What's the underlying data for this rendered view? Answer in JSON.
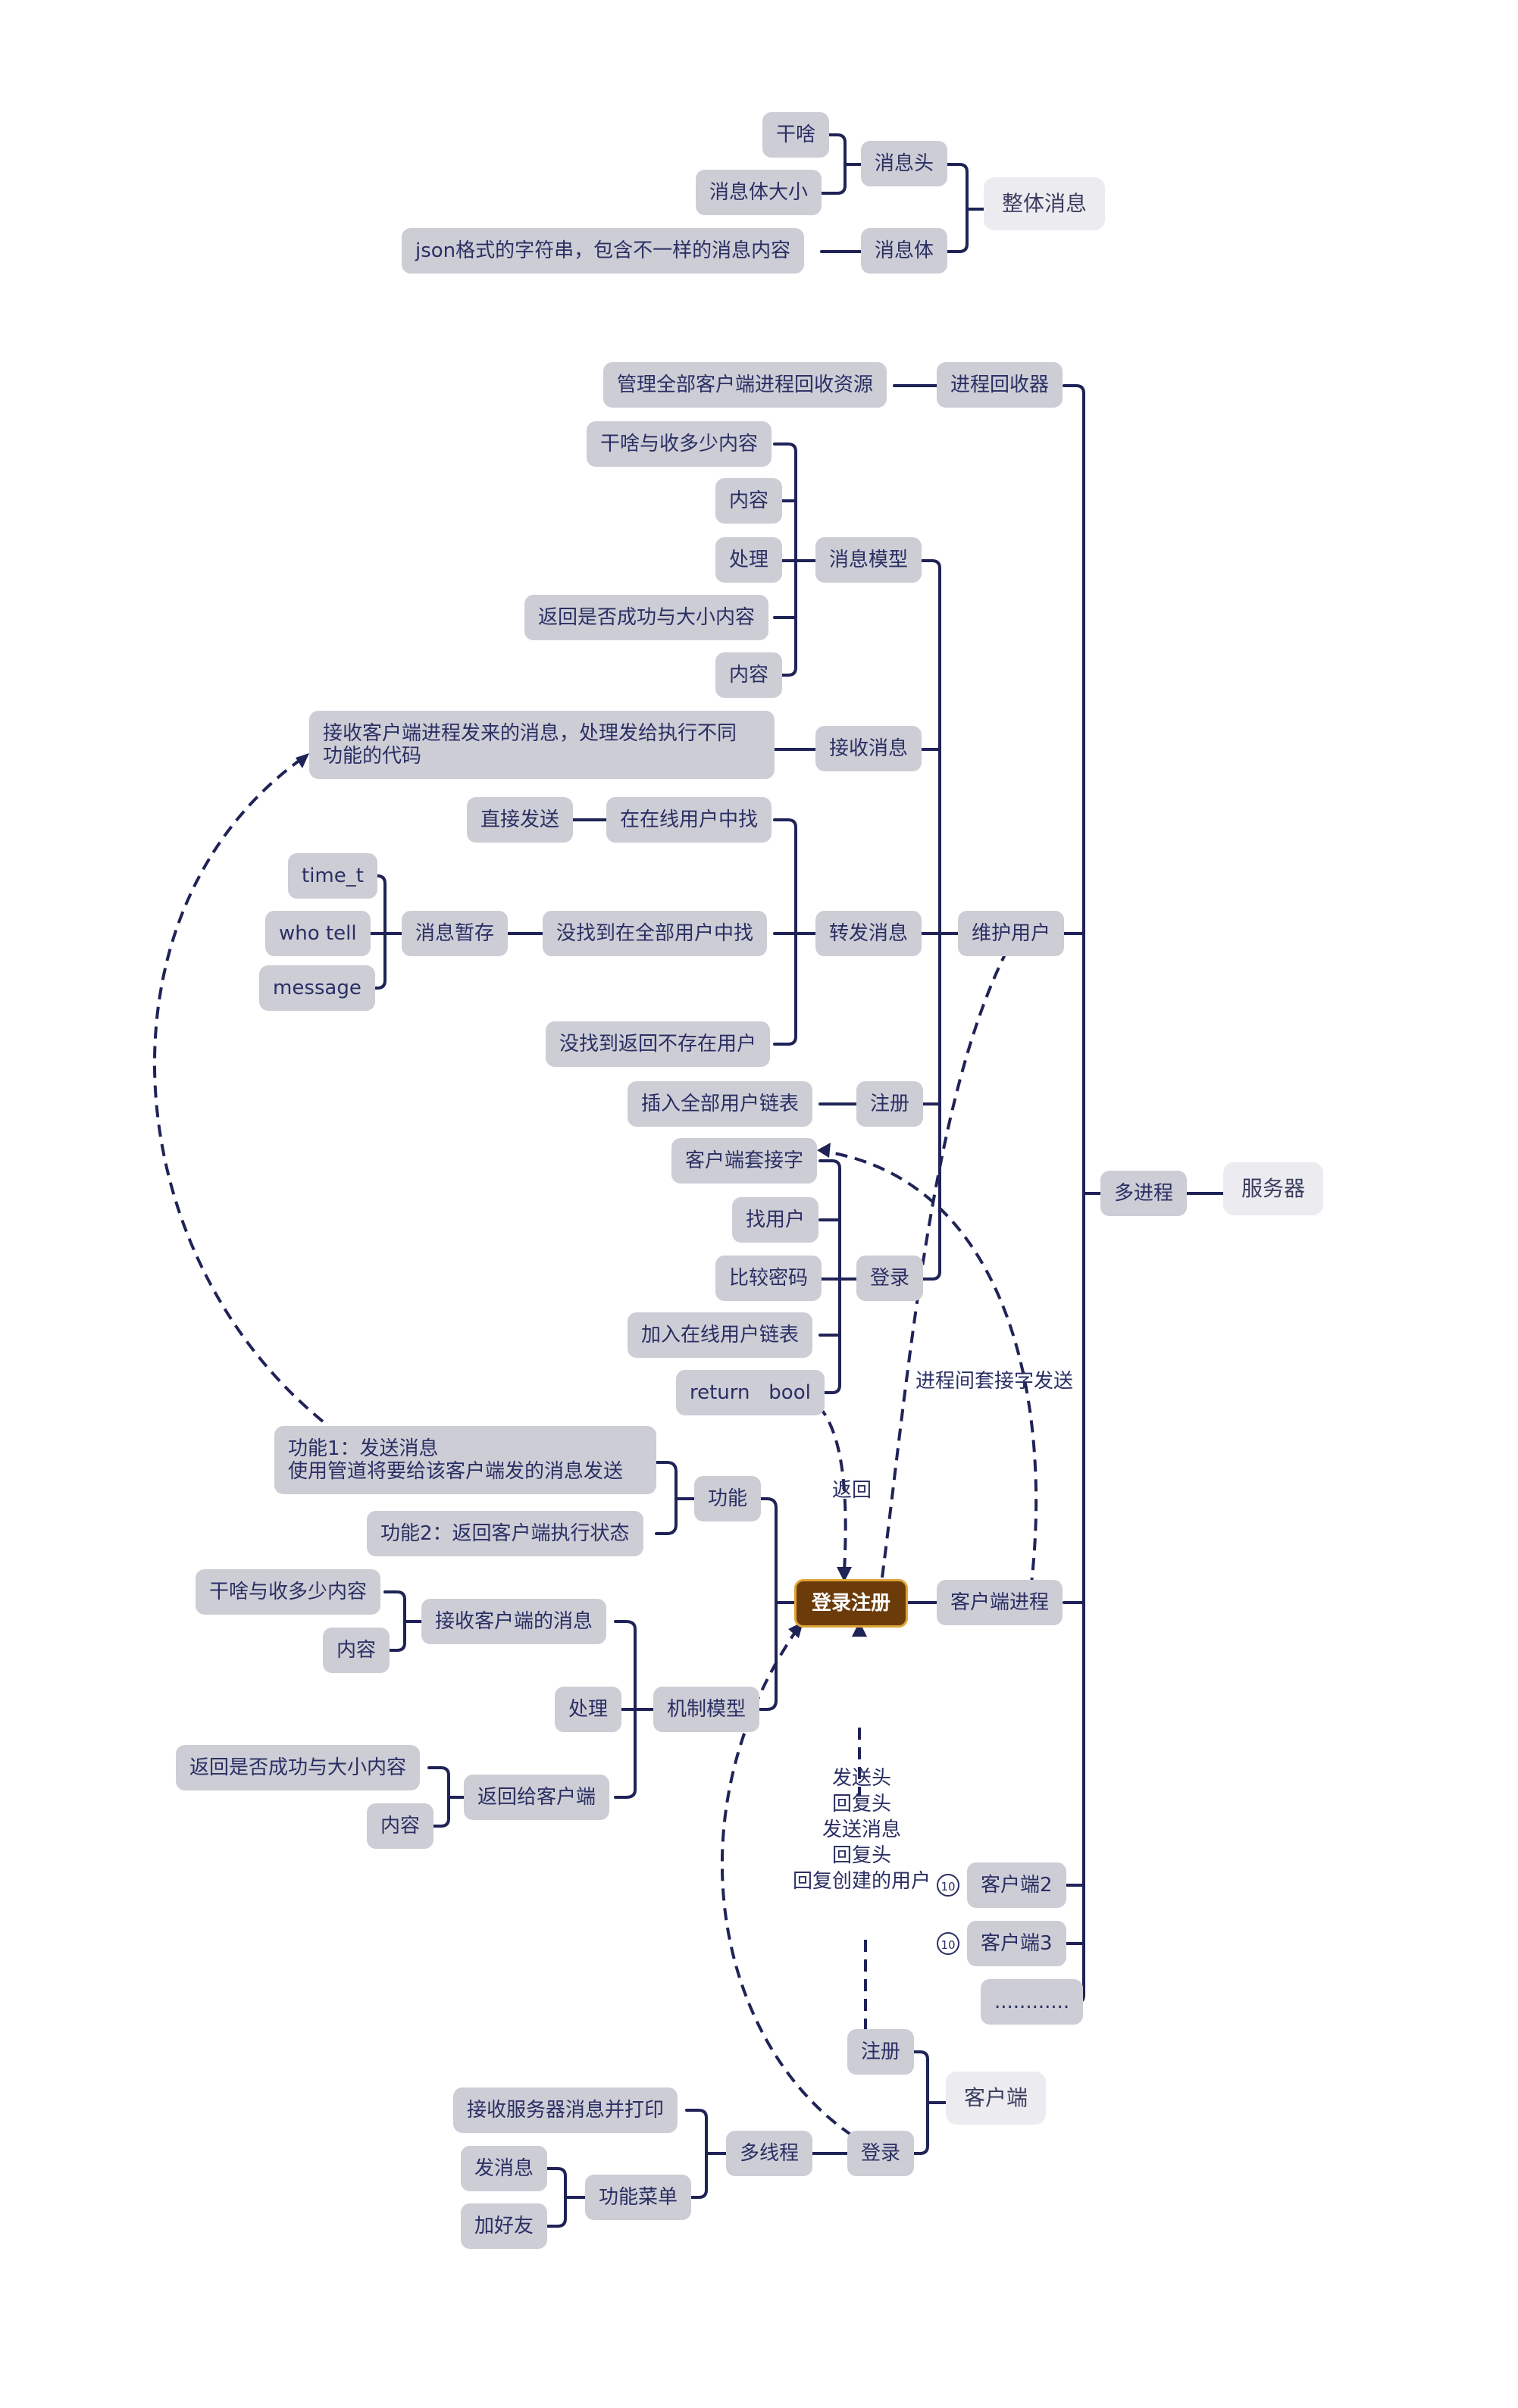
{
  "message_structure": {
    "root": "整体消息",
    "header": "消息头",
    "header_items": [
      "干啥",
      "消息体大小"
    ],
    "body": "消息体",
    "body_item": "json格式的字符串，包含不一样的消息内容"
  },
  "server": {
    "root": "服务器",
    "multi_process": "多进程",
    "reaper": "进程回收器",
    "reaper_detail": "管理全部客户端进程回收资源",
    "maintain_users": "维护用户",
    "message_model": "消息模型",
    "message_model_items": [
      "干啥与收多少内容",
      "内容",
      "处理",
      "返回是否成功与大小内容",
      "内容"
    ],
    "receive_message": "接收消息",
    "receive_message_detail_line1": "接收客户端进程发来的消息，处理发给执行不同",
    "receive_message_detail_line2": "功能的代码",
    "forward_message": "转发消息",
    "find_online": "在在线用户中找",
    "send_direct": "直接发送",
    "find_all": "没找到在全部用户中找",
    "store_temp": "消息暂存",
    "store_fields": [
      "time_t",
      "who tell",
      "message"
    ],
    "not_found": "没找到返回不存在用户",
    "register": "注册",
    "insert_all": "插入全部用户链表",
    "login": "登录",
    "login_steps": [
      "客户端套接字",
      "找用户",
      "比较密码",
      "加入在线用户链表",
      "return   bool"
    ],
    "client_process": "客户端进程",
    "login_register": "登录注册",
    "function": "功能",
    "function1_line1": "功能1：发送消息",
    "function1_line2": "使用管道将要给该客户端发的消息发送",
    "function2": "功能2：返回客户端执行状态",
    "mechanism_model": "机制模型",
    "receive_client": "接收客户端的消息",
    "receive_client_items": [
      "干啥与收多少内容",
      "内容"
    ],
    "process": "处理",
    "return_client": "返回给客户端",
    "return_client_items": [
      "返回是否成功与大小内容",
      "内容"
    ],
    "client2": "客户端2",
    "client3": "客户端3",
    "ellipsis": "............",
    "badge": "10"
  },
  "client": {
    "root": "客户端",
    "register": "注册",
    "login": "登录",
    "multi_thread": "多线程",
    "receive_print": "接收服务器消息并打印",
    "function_menu": "功能菜单",
    "menu_items": [
      "发消息",
      "加好友"
    ]
  },
  "annotations": {
    "return": "返回",
    "ipc_socket": "进程间套接字发送",
    "protocol_lines": [
      "发送头",
      "回复头",
      "发送消息",
      "回复头",
      "回复创建的用户"
    ]
  },
  "colors": {
    "node_fill": "#cdcdd6",
    "node_text": "#2a2f63",
    "line": "#1f2356",
    "center_fill": "#6b3c0a",
    "center_border": "#e0a437",
    "root_fill": "#ececf0"
  }
}
